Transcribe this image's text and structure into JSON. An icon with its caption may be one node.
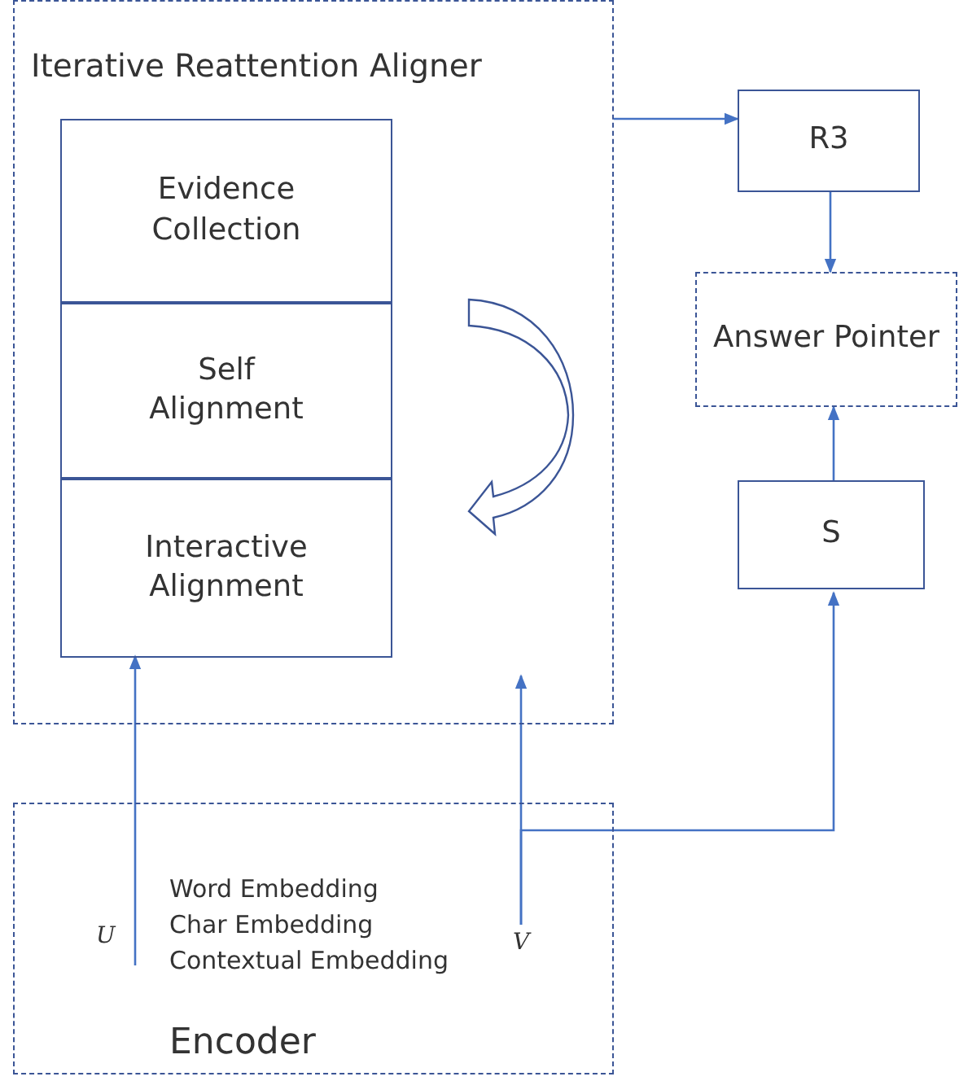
{
  "diagram": {
    "nodes": [
      {
        "text": [
          "Iterative Reattention Aligner"
        ]
      },
      {
        "text": [
          "Evidence Collection"
        ],
        "in": 0
      },
      {
        "text": [
          "Self Alignment"
        ],
        "in": 0
      },
      {
        "text": [
          "Interactive Alignment"
        ],
        "in": 0
      },
      {
        "text": [
          "R3"
        ]
      },
      {
        "text": [
          "Answer Pointer"
        ]
      },
      {
        "text": [
          "S"
        ]
      },
      {
        "text": [
          "Word Embedding",
          "Char Embedding",
          "Contextual Embedding",
          "Encoder"
        ]
      },
      {
        "text": [
          "U"
        ],
        "in": 7
      },
      {
        "text": [
          "V"
        ],
        "in": 7
      }
    ],
    "edges": [
      {
        "from": 0,
        "to": 4,
        "arrow": "to"
      },
      {
        "from": 4,
        "to": 5,
        "arrow": "to"
      },
      {
        "from": 6,
        "to": 5,
        "arrow": "to"
      },
      {
        "from": 8,
        "to": 3,
        "arrow": "to"
      },
      {
        "from": 9,
        "to": 0,
        "arrow": "to"
      },
      {
        "from": 9,
        "to": 6,
        "arrow": "to"
      }
    ]
  }
}
